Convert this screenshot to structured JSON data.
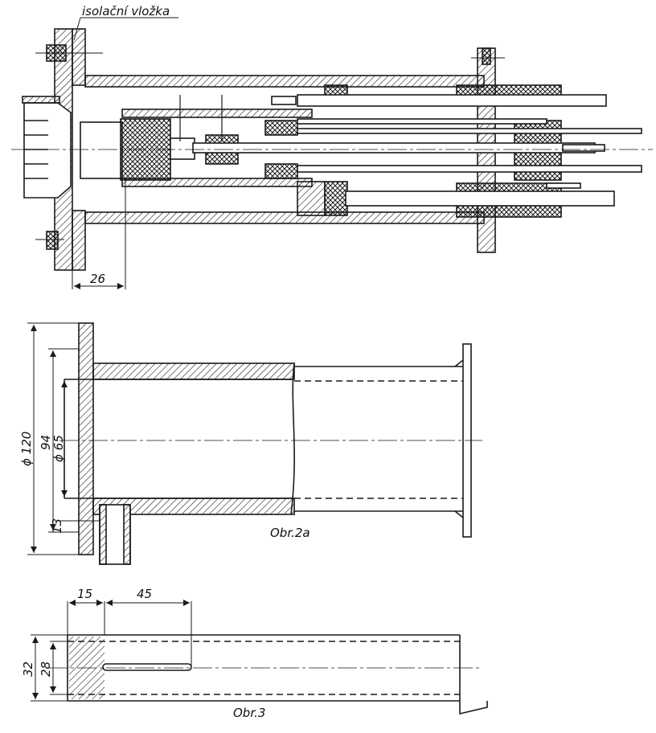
{
  "labels": {
    "insulation_insert": "isolační vložka",
    "fig2a": "Obr.2a",
    "fig3": "Obr.3"
  },
  "dimensions": {
    "d26": "26",
    "d120": "ϕ 120",
    "d94": "94",
    "d65": "ϕ 65",
    "d13": "13",
    "d15": "15",
    "d45": "45",
    "d32": "32",
    "d28": "28"
  },
  "colors": {
    "ink": "#1a1a1a",
    "paper": "#ffffff"
  }
}
